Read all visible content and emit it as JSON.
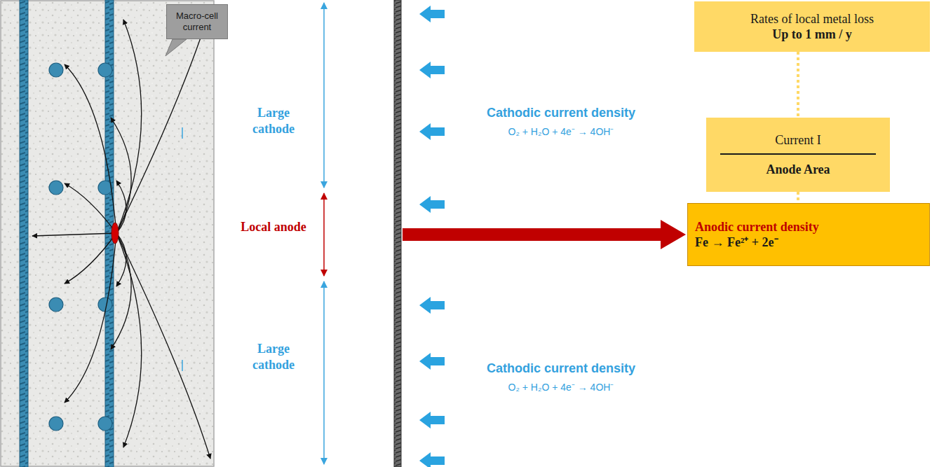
{
  "diagram": {
    "nodes": [
      {
        "text": [
          "Macro-cell current"
        ]
      },
      {
        "text": [
          "Rates of local metal loss",
          "Up to 1 mm / y"
        ]
      },
      {
        "text": [
          "Current I",
          "Anode Area"
        ]
      },
      {
        "text": [
          "Anodic current density",
          "Fe → Fe²⁺ + 2e⁻"
        ]
      }
    ],
    "edges": [
      {
        "from": 1,
        "to": 2,
        "arrow": "none"
      },
      {
        "from": 2,
        "to": 3,
        "arrow": "none"
      }
    ],
    "labels": [
      "Large cathode",
      "Local anode",
      "Large cathode",
      "Cathodic current density",
      "O₂ + H₂O + 4e⁻ → 4OH⁻",
      "Cathodic current density",
      "O₂ + H₂O + 4e⁻ → 4OH⁻"
    ]
  }
}
